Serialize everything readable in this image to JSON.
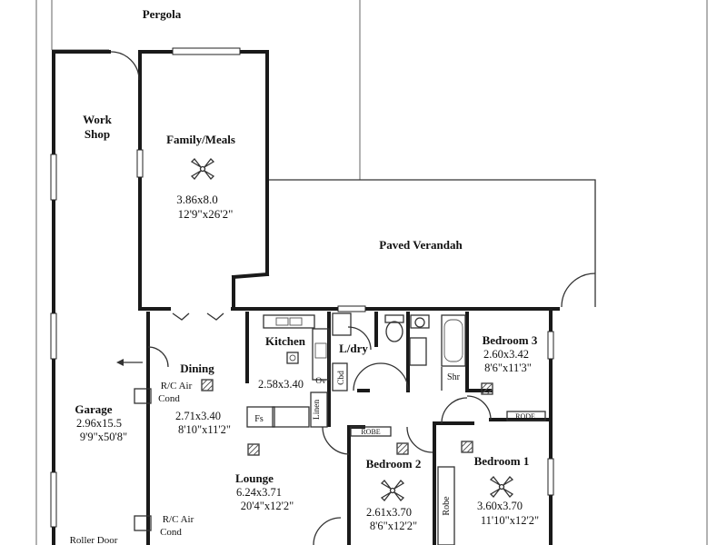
{
  "rooms": {
    "pergola": {
      "name": "Pergola"
    },
    "workshop": {
      "name_line1": "Work",
      "name_line2": "Shop"
    },
    "family": {
      "name": "Family/Meals",
      "metric": "3.86x8.0",
      "imperial": "12'9\"x26'2\""
    },
    "verandah": {
      "name": "Paved Verandah"
    },
    "kitchen": {
      "name": "Kitchen",
      "metric": "2.58x3.40"
    },
    "laundry": {
      "name": "L/dry"
    },
    "bedroom3": {
      "name": "Bedroom 3",
      "metric": "2.60x3.42",
      "imperial": "8'6\"x11'3\""
    },
    "dining": {
      "name": "Dining",
      "metric": "2.71x3.40",
      "imperial": "8'10\"x11'2\""
    },
    "garage": {
      "name": "Garage",
      "metric": "2.96x15.5",
      "imperial": "9'9\"x50'8\""
    },
    "lounge": {
      "name": "Lounge",
      "metric": "6.24x3.71",
      "imperial": "20'4\"x12'2\""
    },
    "bedroom2": {
      "name": "Bedroom 2",
      "metric": "2.61x3.70",
      "imperial": "8'6\"x12'2\""
    },
    "bedroom1": {
      "name": "Bedroom 1",
      "metric": "3.60x3.70",
      "imperial": "11'10\"x12'2\""
    }
  },
  "fixtures": {
    "aircon_line1": "R/C Air",
    "aircon_line2": "Cond",
    "oven": "Ov",
    "cupboard": "Cbd",
    "linen": "Linen",
    "fridge_space": "Fs",
    "shower": "Shr",
    "robe": "Robe",
    "robe_bedroom2": "ROBE",
    "robe_bedroom3": "RODE",
    "roller_door": "Roller Door"
  },
  "colors": {
    "wall": "#1a1a1a",
    "line": "#333333",
    "paper": "#ffffff"
  },
  "icons": [
    "ceiling-fan-icon",
    "light-fixture-icon",
    "door-swing-icon",
    "arrow-left-icon"
  ]
}
